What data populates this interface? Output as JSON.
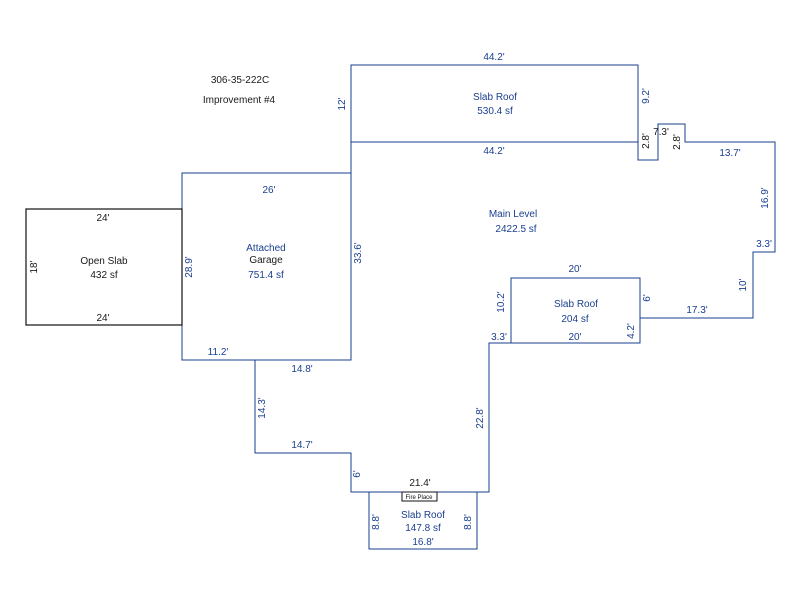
{
  "header": {
    "parcel_id": "306-35-222C",
    "improvement": "Improvement #4"
  },
  "areas": {
    "slab_roof_top": {
      "name": "Slab Roof",
      "area": "530.4 sf"
    },
    "main_level": {
      "name": "Main Level",
      "area": "2422.5 sf"
    },
    "attached_garage": {
      "name_line1": "Attached",
      "name_line2": "Garage",
      "area": "751.4 sf"
    },
    "open_slab": {
      "name": "Open Slab",
      "area": "432 sf"
    },
    "slab_roof_right": {
      "name": "Slab Roof",
      "area": "204 sf"
    },
    "slab_roof_bottom": {
      "name": "Slab Roof",
      "area": "147.8 sf"
    },
    "fire_place": {
      "label": "Fire Place"
    }
  },
  "dimensions": {
    "slab_top_width_top": "44.2'",
    "slab_top_left": "12'",
    "slab_top_right": "9.2'",
    "slab_top_width_bottom": "44.2'",
    "step_2_8_left": "2.8'",
    "step_7_3": "7.3'",
    "step_2_8_right": "2.8'",
    "main_13_7": "13.7'",
    "main_16_9": "16.9'",
    "main_3_3_right": "3.3'",
    "main_10": "10'",
    "main_17_3": "17.3'",
    "main_22_8": "22.8'",
    "main_3_3_left": "3.3'",
    "main_21_4": "21.4'",
    "main_6_bottom": "6'",
    "main_14_7": "14.7'",
    "main_14_3": "14.3'",
    "main_14_8": "14.8'",
    "garage_26": "26'",
    "garage_33_6": "33.6'",
    "garage_28_9": "28.9'",
    "garage_11_2": "11.2'",
    "open_slab_24_top": "24'",
    "open_slab_24_bottom": "24'",
    "open_slab_18": "18'",
    "right_slab_20_top": "20'",
    "right_slab_20_bottom": "20'",
    "right_slab_10_2": "10.2'",
    "right_slab_6": "6'",
    "right_slab_4_2": "4.2'",
    "bottom_slab_8_8_left": "8.8'",
    "bottom_slab_8_8_right": "8.8'",
    "bottom_slab_16_8": "16.8'"
  },
  "colors": {
    "line_blue": "#1a3f8f",
    "line_dark": "#111111",
    "background": "#ffffff"
  }
}
